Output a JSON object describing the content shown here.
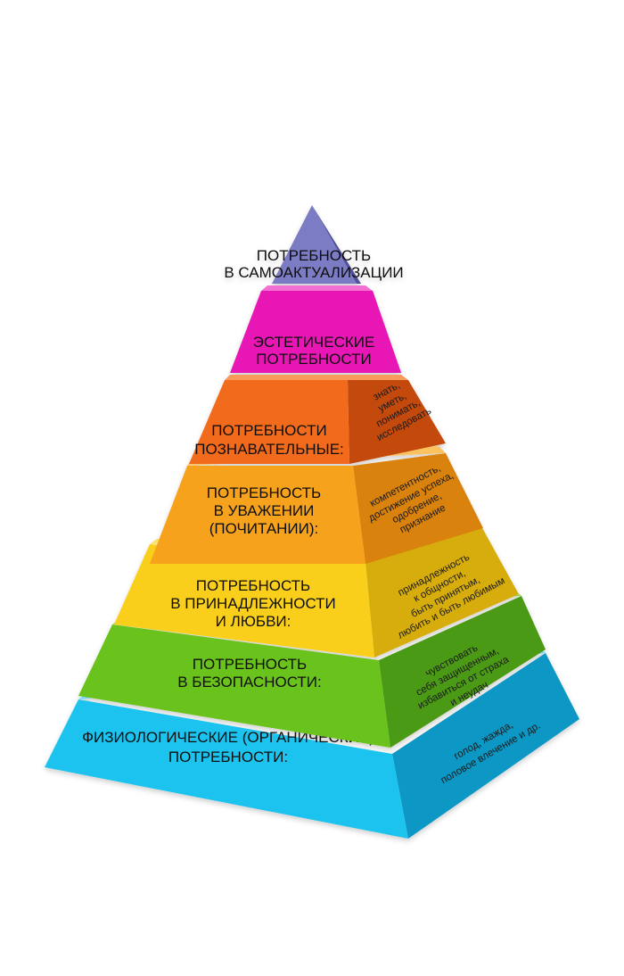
{
  "pyramid": {
    "levels": [
      {
        "id": "self-actualization",
        "title_lines": [
          "ПОТРЕБНОСТЬ",
          "В САМОАКТУАЛИЗАЦИИ"
        ],
        "details_lines": [],
        "colors": {
          "front": "#7b7bc4",
          "side": "#4f4f9a",
          "top": "#9a9ad8"
        }
      },
      {
        "id": "aesthetic",
        "title_lines": [
          "ЭСТЕТИЧЕСКИЕ",
          "ПОТРЕБНОСТИ"
        ],
        "details_lines": [],
        "colors": {
          "front": "#e817b4",
          "side": "#a50c7f",
          "top": "#f26fd2"
        }
      },
      {
        "id": "cognitive",
        "title_lines": [
          "ПОТРЕБНОСТИ",
          "ПОЗНАВАТЕЛЬНЫЕ:"
        ],
        "details_lines": [
          "знать,",
          "уметь,",
          "понимать,",
          "исследовать"
        ],
        "colors": {
          "front": "#f26a1b",
          "side": "#c44a0c",
          "top": "#f79a5c"
        }
      },
      {
        "id": "esteem",
        "title_lines": [
          "ПОТРЕБНОСТЬ",
          "В УВАЖЕНИИ",
          "(ПОЧИТАНИИ):"
        ],
        "details_lines": [
          "компетентность,",
          "достижение успеха,",
          "одобрение,",
          "признание"
        ],
        "colors": {
          "front": "#f7a21b",
          "side": "#d9820c",
          "top": "#fbc262"
        }
      },
      {
        "id": "belonging",
        "title_lines": [
          "ПОТРЕБНОСТЬ",
          "В ПРИНАДЛЕЖНОСТИ",
          "И ЛЮБВИ:"
        ],
        "details_lines": [
          "принадлежность",
          "к общности,",
          "быть принятым,",
          "любить и быть любимым"
        ],
        "colors": {
          "front": "#f9cf1a",
          "side": "#d7ad0a",
          "top": "#fbe06a"
        }
      },
      {
        "id": "safety",
        "title_lines": [
          "ПОТРЕБНОСТЬ",
          "В БЕЗОПАСНОСТИ:"
        ],
        "details_lines": [
          "чувствовать",
          "себя защищенным,",
          "избавиться от страха",
          "и неудач"
        ],
        "colors": {
          "front": "#6bc21e",
          "side": "#4c9a12",
          "top": "#95d65a"
        }
      },
      {
        "id": "physiological",
        "title_lines": [
          "ФИЗИОЛОГИЧЕСКИЕ (ОРГАНИЧЕСКИЕ)",
          "ПОТРЕБНОСТИ:"
        ],
        "details_lines": [
          "голод, жажда,",
          "половое влечение и др."
        ],
        "colors": {
          "front": "#1ec3ee",
          "side": "#0c97c4",
          "top": "#6fd9f5"
        }
      }
    ]
  }
}
